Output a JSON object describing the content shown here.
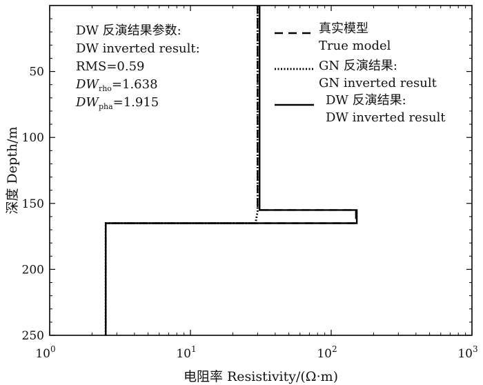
{
  "chart_data": {
    "type": "line",
    "x_scale": "log",
    "y_inverted": true,
    "xlim": [
      1,
      1000
    ],
    "ylim": [
      0,
      250
    ],
    "xlabel": "电阻率 Resistivity/(Ω·m)",
    "ylabel": "深度 Depth/m",
    "x_ticks": [
      {
        "value": 1,
        "base": "10",
        "exp": "0"
      },
      {
        "value": 10,
        "base": "10",
        "exp": "1"
      },
      {
        "value": 100,
        "base": "10",
        "exp": "2"
      },
      {
        "value": 1000,
        "base": "10",
        "exp": "3"
      }
    ],
    "y_ticks": [
      "50",
      "100",
      "150",
      "200",
      "250"
    ],
    "y_tick_values": [
      50,
      100,
      150,
      200,
      250
    ],
    "annotation": {
      "line1": "DW 反演结果参数:",
      "line2": "DW inverted result:",
      "line3": "RMS=0.59",
      "rho_label": "DW",
      "rho_sub": "rho",
      "rho_value": "=1.638",
      "pha_label": "DW",
      "pha_sub": "pha",
      "pha_value": "=1.915"
    },
    "legend_position": "top-right",
    "series": [
      {
        "name": "真实模型 True model",
        "label_cn": "真实模型",
        "label_en": "True model",
        "style": "dashed",
        "x": [
          30,
          30,
          150,
          150,
          2.5,
          2.5
        ],
        "y": [
          0,
          155,
          155,
          165,
          165,
          250
        ]
      },
      {
        "name": "GN 反演结果: GN inverted result",
        "label_cn": "GN 反演结果:",
        "label_en": "GN inverted result",
        "style": "dotted",
        "x": [
          30,
          30,
          29,
          2.5,
          2.5
        ],
        "y": [
          0,
          156,
          165,
          165,
          250
        ]
      },
      {
        "name": "DW 反演结果: DW inverted result",
        "label_cn": "DW 反演结果:",
        "label_en": "DW inverted result",
        "style": "solid",
        "x": [
          31,
          31,
          152,
          152,
          2.5,
          2.5
        ],
        "y": [
          0,
          155,
          155,
          165,
          165,
          250
        ]
      }
    ]
  }
}
